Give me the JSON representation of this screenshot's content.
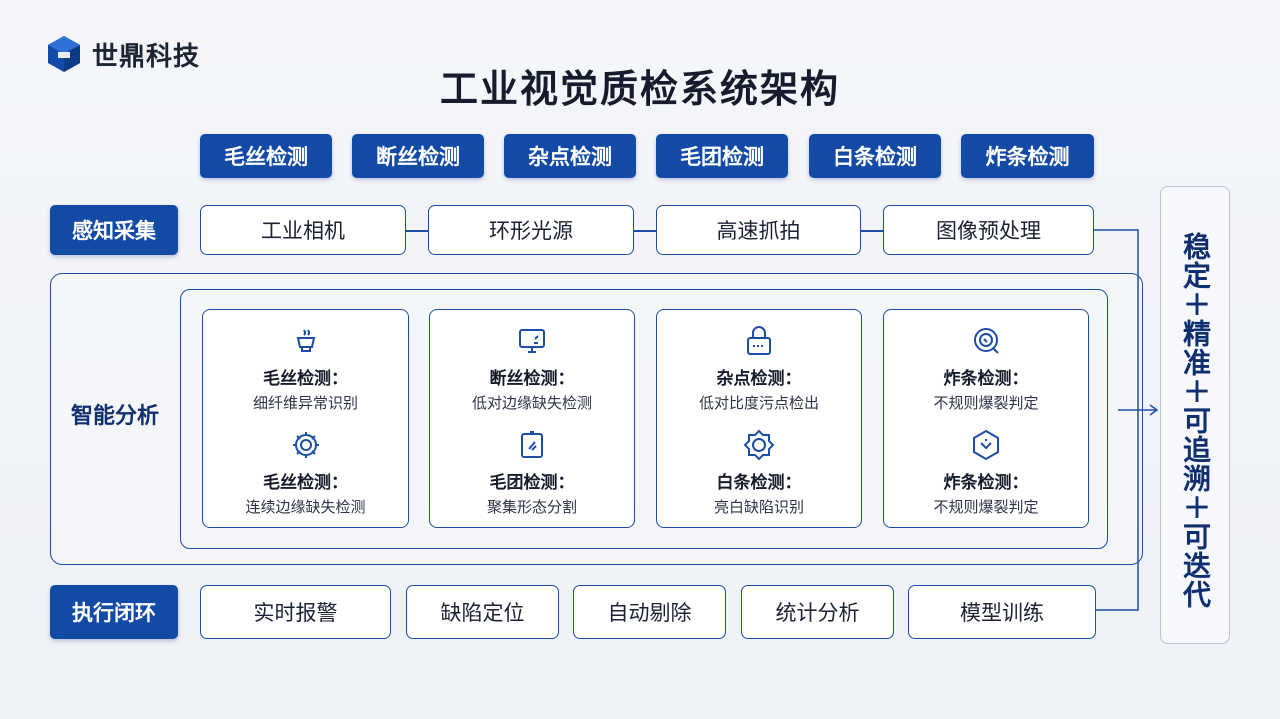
{
  "brand": {
    "name": "世鼎科技",
    "colors": {
      "primary": "#134aa6",
      "border": "#1d4ea3"
    }
  },
  "title": "工业视觉质检系统架构",
  "defect_types": [
    "毛丝检测",
    "断丝检测",
    "杂点检测",
    "毛团检测",
    "白条检测",
    "炸条检测"
  ],
  "layers": {
    "perception": {
      "label": "感知采集",
      "items": [
        "工业相机",
        "环形光源",
        "高速抓拍",
        "图像预处理"
      ]
    },
    "analysis": {
      "label": "智能分析",
      "cards": [
        {
          "items": [
            {
              "icon": "lamp-icon",
              "title": "毛丝检测：",
              "desc": "细纤维异常识别"
            },
            {
              "icon": "gear-icon",
              "title": "毛丝检测：",
              "desc": "连续边缘缺失检测"
            }
          ]
        },
        {
          "items": [
            {
              "icon": "monitor-icon",
              "title": "断丝检测：",
              "desc": "低对边缘缺失检测"
            },
            {
              "icon": "tablet-icon",
              "title": "毛团检测：",
              "desc": "聚集形态分割"
            }
          ]
        },
        {
          "items": [
            {
              "icon": "lock-icon",
              "title": "杂点检测：",
              "desc": "低对比度污点检出"
            },
            {
              "icon": "gear-shield-icon",
              "title": "白条检测：",
              "desc": "亮白缺陷识别"
            }
          ]
        },
        {
          "items": [
            {
              "icon": "magnifier-icon",
              "title": "炸条检测：",
              "desc": "不规则爆裂判定"
            },
            {
              "icon": "hexagon-check-icon",
              "title": "炸条检测：",
              "desc": "不规则爆裂判定"
            }
          ]
        }
      ]
    },
    "execution": {
      "label": "执行闭环",
      "items": [
        "实时报警",
        "缺陷定位",
        "自动剔除",
        "统计分析",
        "模型训练"
      ]
    }
  },
  "outcome": "稳定＋精准＋可追溯＋可迭代"
}
